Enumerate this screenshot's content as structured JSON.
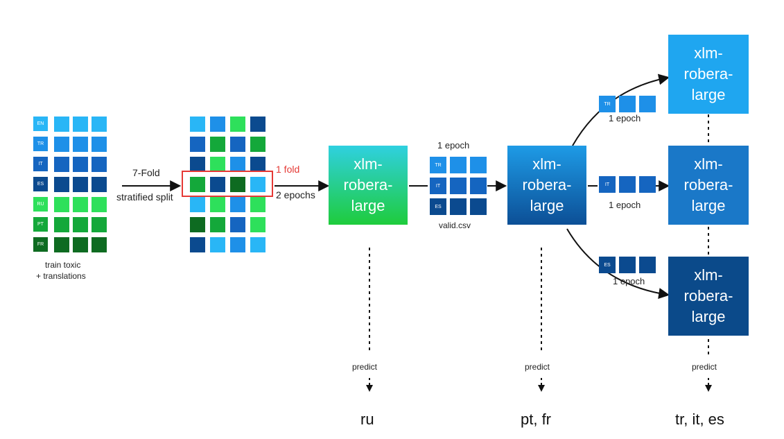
{
  "colors": {
    "EN": "#29b6f6",
    "TR": "#1e90e8",
    "IT": "#1565c0",
    "ES": "#0b4a8f",
    "RU": "#2ee05b",
    "PT": "#14a83a",
    "FR": "#0e6b21",
    "fold_highlight": "#e53935",
    "fold_label": "#e53935"
  },
  "train": {
    "languages": [
      "EN",
      "TR",
      "IT",
      "ES",
      "RU",
      "PT",
      "FR"
    ],
    "caption_line1": "train toxic",
    "caption_line2": "+ translations"
  },
  "split": {
    "label_top": "7-Fold",
    "label_bottom": "stratified split"
  },
  "folds": {
    "grid": [
      [
        "EN",
        "TR",
        "RU",
        "ES"
      ],
      [
        "IT",
        "PT",
        "IT",
        "PT"
      ],
      [
        "ES",
        "RU",
        "TR",
        "ES"
      ],
      [
        "PT",
        "ES",
        "FR",
        "EN"
      ],
      [
        "EN",
        "RU",
        "TR",
        "RU"
      ],
      [
        "FR",
        "PT",
        "IT",
        "RU"
      ],
      [
        "ES",
        "EN",
        "TR",
        "EN"
      ]
    ],
    "fold_label": "1 fold",
    "epochs_label": "2 epochs"
  },
  "model1": {
    "line1": "xlm-",
    "line2": "robera-",
    "line3": "large",
    "predict": "predict",
    "output": "ru"
  },
  "valid": {
    "epoch_label": "1 epoch",
    "rows": [
      "TR",
      "IT",
      "ES"
    ],
    "caption": "valid.csv"
  },
  "model2": {
    "line1": "xlm-",
    "line2": "robera-",
    "line3": "large",
    "predict": "predict",
    "output": "pt, fr"
  },
  "branches": [
    {
      "tag": "TR",
      "epoch": "1 epoch"
    },
    {
      "tag": "IT",
      "epoch": "1 epoch"
    },
    {
      "tag": "ES",
      "epoch": "1 epoch"
    }
  ],
  "models_right": [
    {
      "line1": "xlm-",
      "line2": "robera-",
      "line3": "large"
    },
    {
      "line1": "xlm-",
      "line2": "robera-",
      "line3": "large"
    },
    {
      "line1": "xlm-",
      "line2": "robera-",
      "line3": "large"
    }
  ],
  "final": {
    "predict": "predict",
    "output": "tr, it, es"
  }
}
